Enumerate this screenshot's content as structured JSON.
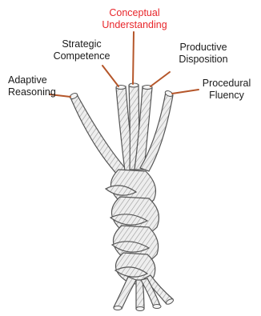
{
  "strands": [
    {
      "line1": "Adaptive",
      "line2": "Reasoning"
    },
    {
      "line1": "Strategic",
      "line2": "Competence"
    },
    {
      "line1": "Conceptual",
      "line2": "Understanding"
    },
    {
      "line1": "Productive",
      "line2": "Disposition"
    },
    {
      "line1": "Procedural",
      "line2": "Fluency"
    }
  ],
  "colors": {
    "label": "#1a1a1a",
    "highlight": "#e8262b",
    "leader": "#b5562a",
    "rope_fill": "#e9e9e9",
    "rope_stroke": "#555555"
  }
}
